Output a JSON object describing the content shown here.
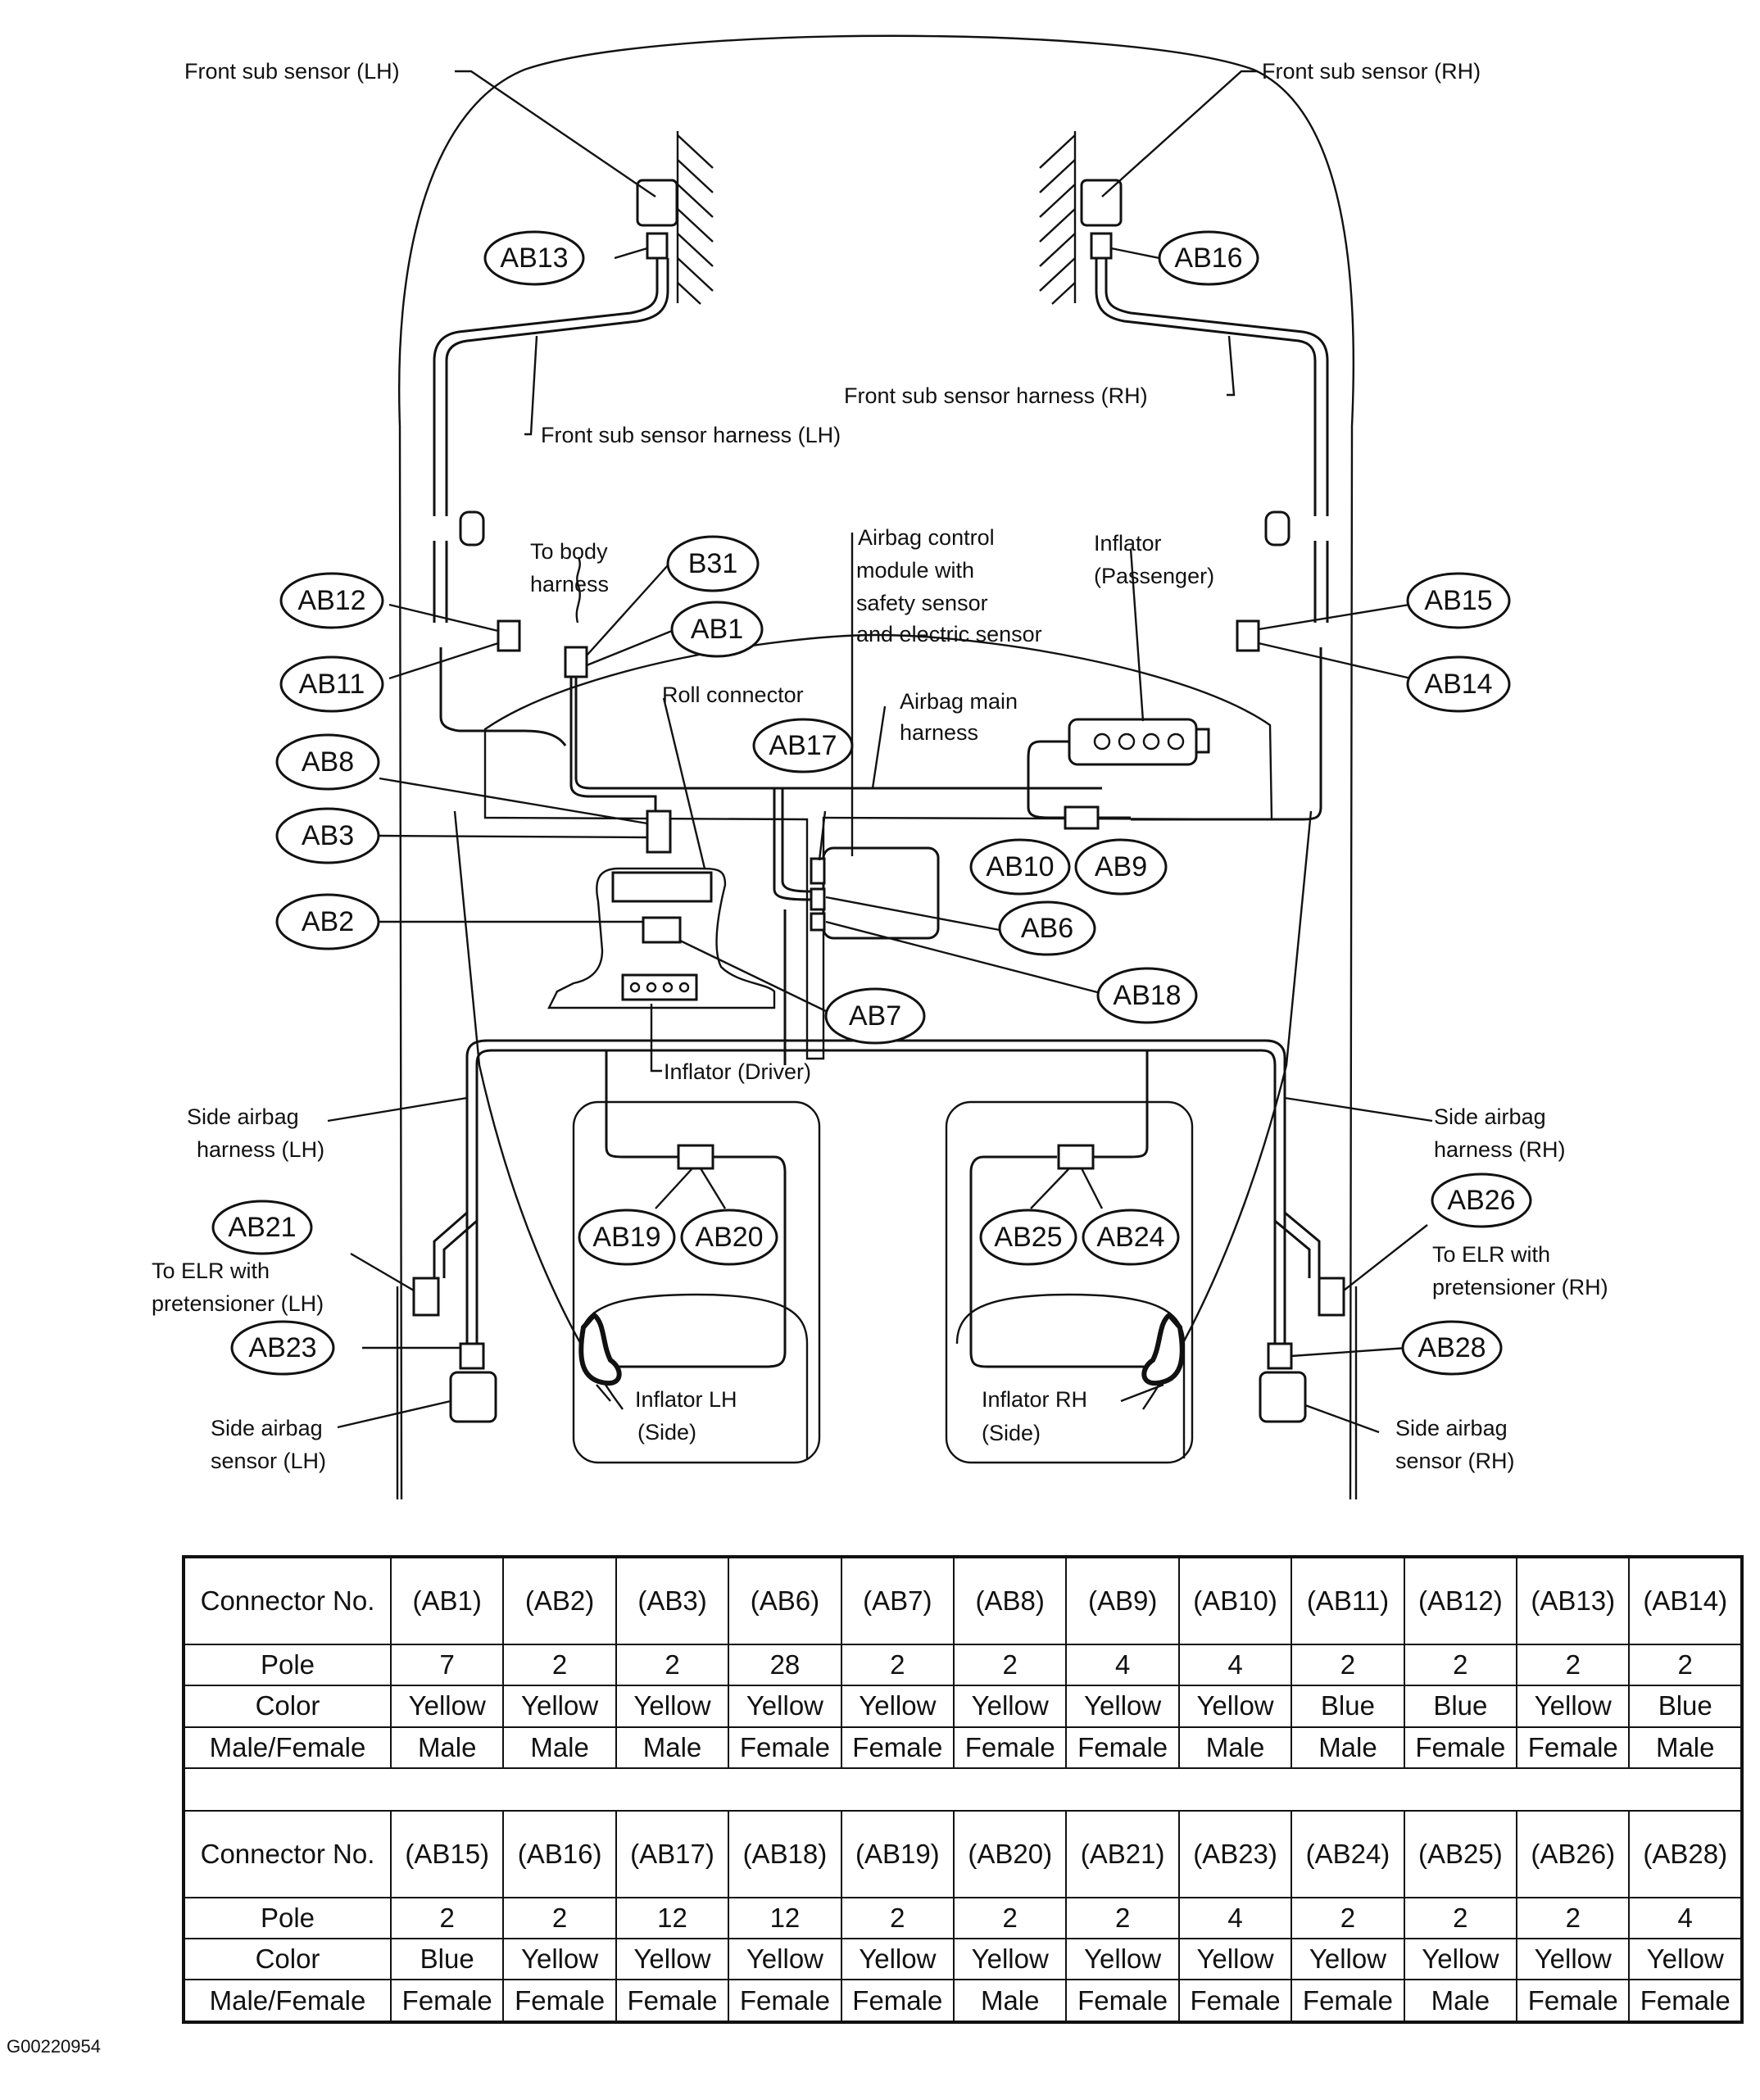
{
  "diagram": {
    "labels": {
      "front_sub_sensor_lh": "Front sub sensor (LH)",
      "front_sub_sensor_rh": "Front sub sensor (RH)",
      "front_sub_sensor_harness_rh": "Front sub sensor harness (RH)",
      "front_sub_sensor_harness_lh": "Front sub sensor harness (LH)",
      "to_body_harness_1": "To body",
      "to_body_harness_2": "harness",
      "airbag_control_module_1": "Airbag control",
      "airbag_control_module_2": "module with",
      "airbag_control_module_3": "safety sensor",
      "airbag_control_module_4": "and electric sensor",
      "inflator_passenger_1": "Inflator",
      "inflator_passenger_2": "(Passenger)",
      "roll_connector": "Roll connector",
      "airbag_main_harness_1": "Airbag main",
      "airbag_main_harness_2": "harness",
      "inflator_driver": "Inflator (Driver)",
      "side_airbag_harness_lh_1": "Side airbag",
      "side_airbag_harness_lh_2": "harness (LH)",
      "side_airbag_harness_rh_1": "Side airbag",
      "side_airbag_harness_rh_2": "harness (RH)",
      "to_elr_lh_1": "To ELR with",
      "to_elr_lh_2": "pretensioner (LH)",
      "to_elr_rh_1": "To ELR with",
      "to_elr_rh_2": "pretensioner (RH)",
      "inflator_lh_1": "Inflator LH",
      "inflator_lh_2": "(Side)",
      "inflator_rh_1": "Inflator RH",
      "inflator_rh_2": "(Side)",
      "side_airbag_sensor_lh_1": "Side airbag",
      "side_airbag_sensor_lh_2": "sensor (LH)",
      "side_airbag_sensor_rh_1": "Side airbag",
      "side_airbag_sensor_rh_2": "sensor (RH)"
    },
    "connector_tags": {
      "ab13": "AB13",
      "ab16": "AB16",
      "ab12": "AB12",
      "ab11": "AB11",
      "b31": "B31",
      "ab1": "AB1",
      "ab15": "AB15",
      "ab14": "AB14",
      "ab8": "AB8",
      "ab3": "AB3",
      "ab2": "AB2",
      "ab17": "AB17",
      "ab10": "AB10",
      "ab9": "AB9",
      "ab6": "AB6",
      "ab18": "AB18",
      "ab7": "AB7",
      "ab19": "AB19",
      "ab20": "AB20",
      "ab25": "AB25",
      "ab24": "AB24",
      "ab21": "AB21",
      "ab26": "AB26",
      "ab23": "AB23",
      "ab28": "AB28"
    }
  },
  "table": {
    "row_headers": {
      "connector_no": "Connector No.",
      "pole": "Pole",
      "color": "Color",
      "male_female": "Male/Female"
    },
    "block1": [
      {
        "no": "(AB1)",
        "pole": "7",
        "color": "Yellow",
        "mf": "Male"
      },
      {
        "no": "(AB2)",
        "pole": "2",
        "color": "Yellow",
        "mf": "Male"
      },
      {
        "no": "(AB3)",
        "pole": "2",
        "color": "Yellow",
        "mf": "Male"
      },
      {
        "no": "(AB6)",
        "pole": "28",
        "color": "Yellow",
        "mf": "Female"
      },
      {
        "no": "(AB7)",
        "pole": "2",
        "color": "Yellow",
        "mf": "Female"
      },
      {
        "no": "(AB8)",
        "pole": "2",
        "color": "Yellow",
        "mf": "Female"
      },
      {
        "no": "(AB9)",
        "pole": "4",
        "color": "Yellow",
        "mf": "Female"
      },
      {
        "no": "(AB10)",
        "pole": "4",
        "color": "Yellow",
        "mf": "Male"
      },
      {
        "no": "(AB11)",
        "pole": "2",
        "color": "Blue",
        "mf": "Male"
      },
      {
        "no": "(AB12)",
        "pole": "2",
        "color": "Blue",
        "mf": "Female"
      },
      {
        "no": "(AB13)",
        "pole": "2",
        "color": "Yellow",
        "mf": "Female"
      },
      {
        "no": "(AB14)",
        "pole": "2",
        "color": "Blue",
        "mf": "Male"
      }
    ],
    "block2": [
      {
        "no": "(AB15)",
        "pole": "2",
        "color": "Blue",
        "mf": "Female"
      },
      {
        "no": "(AB16)",
        "pole": "2",
        "color": "Yellow",
        "mf": "Female"
      },
      {
        "no": "(AB17)",
        "pole": "12",
        "color": "Yellow",
        "mf": "Female"
      },
      {
        "no": "(AB18)",
        "pole": "12",
        "color": "Yellow",
        "mf": "Female"
      },
      {
        "no": "(AB19)",
        "pole": "2",
        "color": "Yellow",
        "mf": "Female"
      },
      {
        "no": "(AB20)",
        "pole": "2",
        "color": "Yellow",
        "mf": "Male"
      },
      {
        "no": "(AB21)",
        "pole": "2",
        "color": "Yellow",
        "mf": "Female"
      },
      {
        "no": "(AB23)",
        "pole": "4",
        "color": "Yellow",
        "mf": "Female"
      },
      {
        "no": "(AB24)",
        "pole": "2",
        "color": "Yellow",
        "mf": "Female"
      },
      {
        "no": "(AB25)",
        "pole": "2",
        "color": "Yellow",
        "mf": "Male"
      },
      {
        "no": "(AB26)",
        "pole": "2",
        "color": "Yellow",
        "mf": "Female"
      },
      {
        "no": "(AB28)",
        "pole": "4",
        "color": "Yellow",
        "mf": "Female"
      }
    ]
  },
  "figure_id": "G00220954"
}
